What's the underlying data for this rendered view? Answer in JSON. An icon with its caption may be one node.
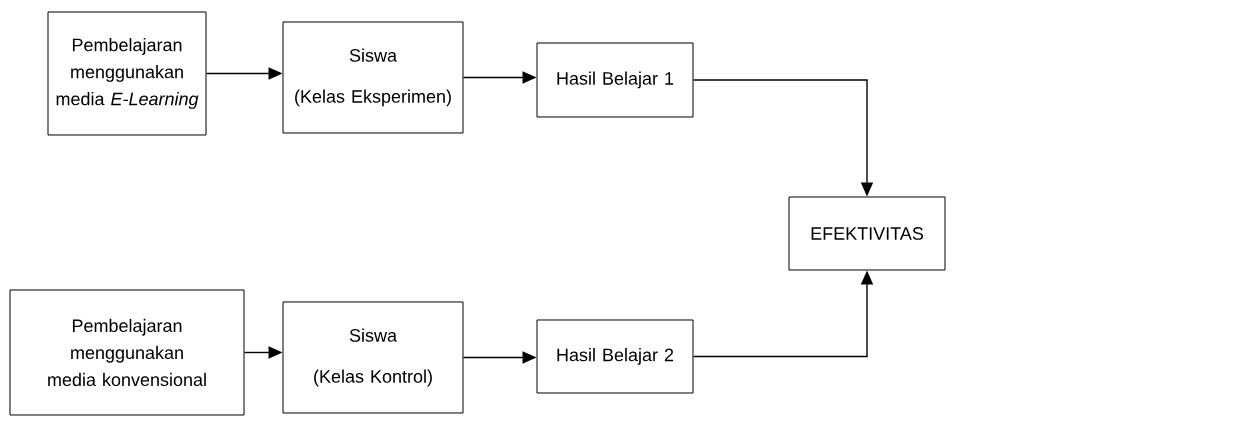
{
  "diagram": {
    "nodes": [
      {
        "text": [
          "Pembelajaran menggunakan media *E-Learning*"
        ]
      },
      {
        "text": [
          "Siswa",
          "(Kelas Eksperimen)"
        ]
      },
      {
        "text": [
          "Hasil Belajar 1"
        ]
      },
      {
        "text": [
          "EFEKTIVITAS"
        ]
      },
      {
        "text": [
          "Pembelajaran menggunakan media konvensional"
        ]
      },
      {
        "text": [
          "Siswa",
          "(Kelas Kontrol)"
        ]
      },
      {
        "text": [
          "Hasil Belajar 2"
        ]
      }
    ],
    "edges": [
      {
        "from": 0,
        "to": 1,
        "arrow": "to"
      },
      {
        "from": 1,
        "to": 2,
        "arrow": "to"
      },
      {
        "from": 2,
        "to": 3,
        "arrow": "to"
      },
      {
        "from": 4,
        "to": 5,
        "arrow": "to"
      },
      {
        "from": 5,
        "to": 6,
        "arrow": "to"
      },
      {
        "from": 6,
        "to": 3,
        "arrow": "to"
      }
    ]
  }
}
